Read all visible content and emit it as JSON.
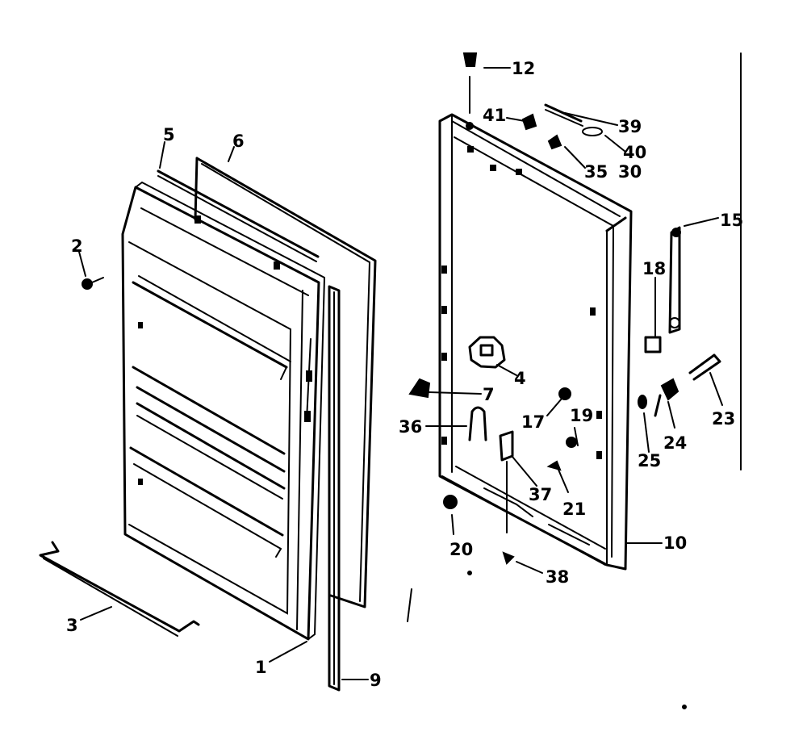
{
  "diagram": {
    "callouts": {
      "c1": "1",
      "c2": "2",
      "c3": "3",
      "c4": "4",
      "c5": "5",
      "c6": "6",
      "c7": "7",
      "c9": "9",
      "c10": "10",
      "c12": "12",
      "c15": "15",
      "c17": "17",
      "c18": "18",
      "c19": "19",
      "c20": "20",
      "c21": "21",
      "c23": "23",
      "c24": "24",
      "c25": "25",
      "c30": "30",
      "c35": "35",
      "c36": "36",
      "c37": "37",
      "c38": "38",
      "c39": "39",
      "c40": "40",
      "c41": "41"
    },
    "colors": {
      "ink": "#000000",
      "paper": "#ffffff"
    }
  }
}
